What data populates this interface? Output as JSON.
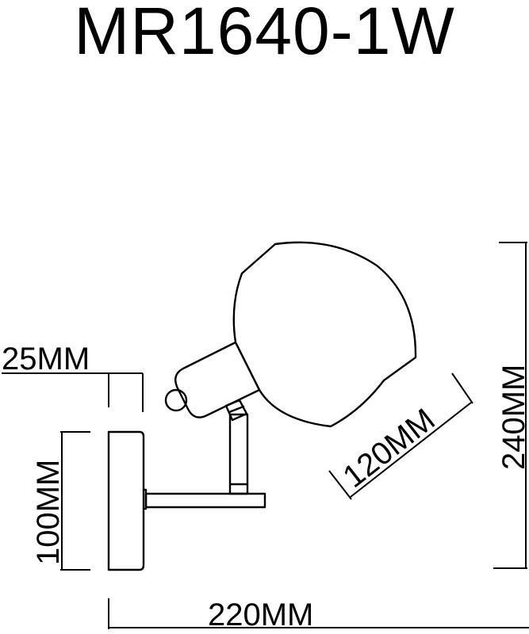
{
  "title": "MR1640-1W",
  "dimensions": {
    "depth_base": "25MM",
    "base_height": "100MM",
    "shade_diameter": "120MM",
    "total_height": "240MM",
    "total_width": "220MM"
  },
  "colors": {
    "line": "#000000",
    "background": "#ffffff"
  }
}
